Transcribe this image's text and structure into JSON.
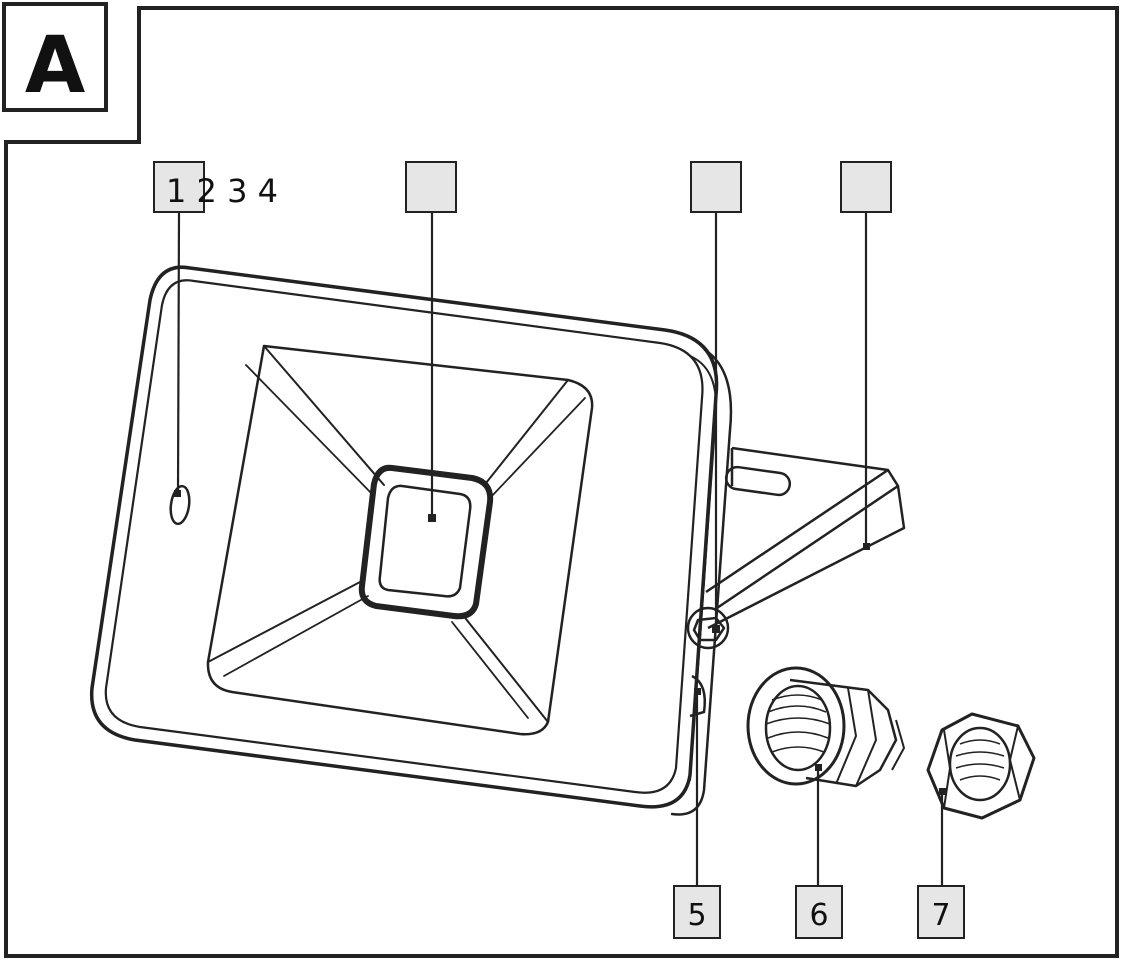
{
  "figure": {
    "panel_label": "A",
    "top_text": "1 2 3 4",
    "callouts": [
      {
        "id": "c1",
        "label": ""
      },
      {
        "id": "c2",
        "label": ""
      },
      {
        "id": "c3",
        "label": ""
      },
      {
        "id": "c4",
        "label": ""
      },
      {
        "id": "c5",
        "label": "5"
      },
      {
        "id": "c6",
        "label": "6"
      },
      {
        "id": "c7",
        "label": "7"
      }
    ]
  },
  "colors": {
    "line": "#222222",
    "callout_fill": "#e6e6e6",
    "background": "#ffffff"
  }
}
